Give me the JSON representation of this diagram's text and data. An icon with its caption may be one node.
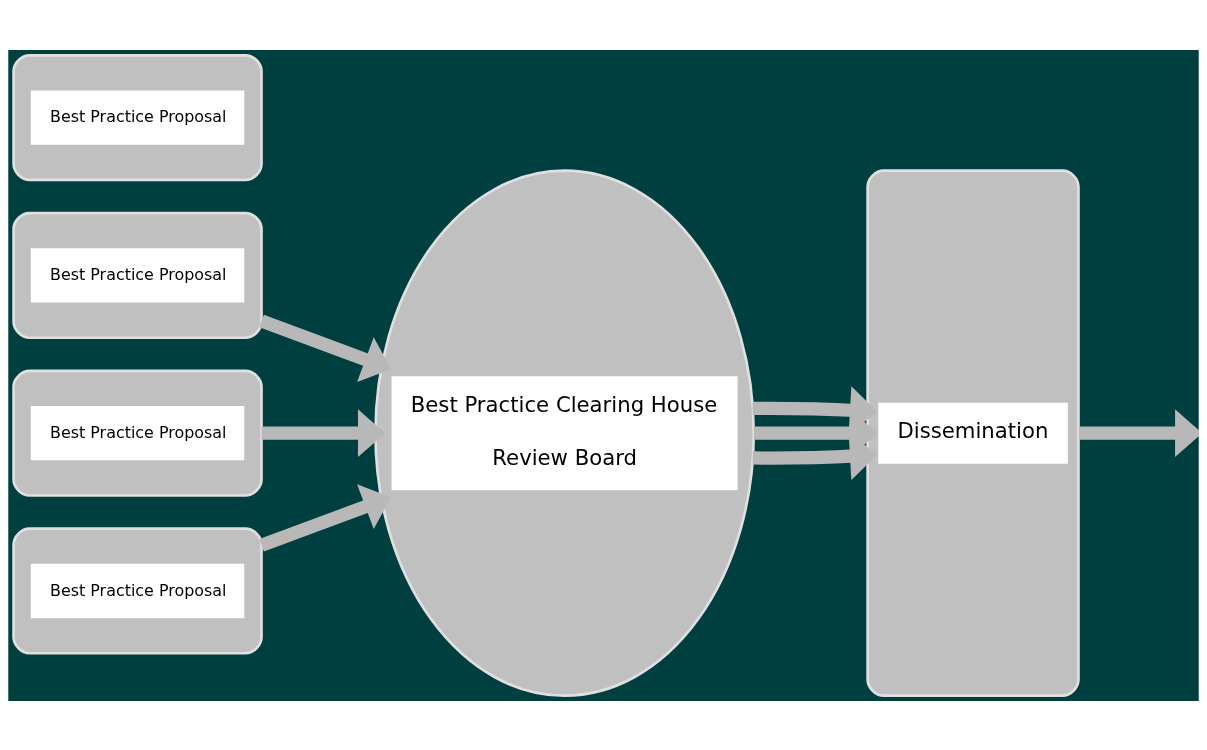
{
  "diagram": {
    "nodes": [
      {
        "text": [
          "Best Practice Proposal"
        ]
      },
      {
        "text": [
          "Best Practice Proposal"
        ]
      },
      {
        "text": [
          "Best Practice Proposal"
        ]
      },
      {
        "text": [
          "Best Practice Proposal"
        ]
      },
      {
        "text": [
          "Best Practice Clearing House",
          "Review Board"
        ]
      },
      {
        "text": [
          "Dissemination"
        ]
      }
    ],
    "edges": [
      {
        "from": 0,
        "to": 4,
        "arrow": "to"
      },
      {
        "from": 1,
        "to": 4,
        "arrow": "to"
      },
      {
        "from": 2,
        "to": 4,
        "arrow": "to"
      },
      {
        "from": 4,
        "to": 5,
        "arrow": "to"
      },
      {
        "from": 4,
        "to": 5,
        "arrow": "to"
      },
      {
        "from": 4,
        "to": 5,
        "arrow": "to"
      },
      {
        "from": 5,
        "to": null,
        "arrow": "to"
      }
    ]
  }
}
